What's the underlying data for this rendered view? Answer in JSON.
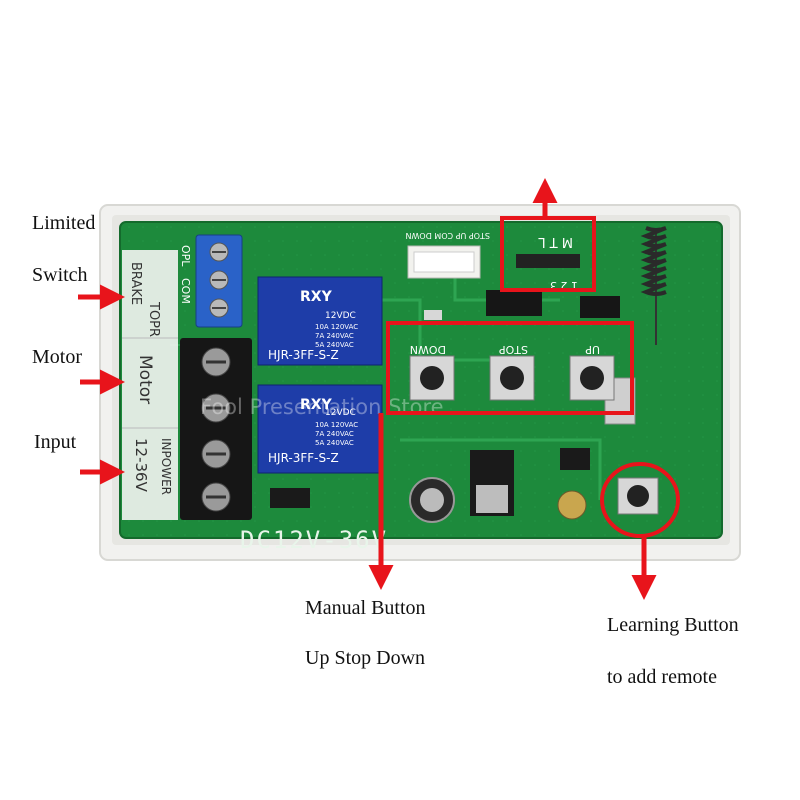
{
  "labels": {
    "limited": "Limited",
    "switch": "Switch",
    "motor": "Motor",
    "input": "Input",
    "manual_button": "Manual Button",
    "manual_sub": "Up Stop Down",
    "learning_button": "Learning Button",
    "learning_sub": "to add remote"
  },
  "board": {
    "side_label_brake": "BRAKE",
    "side_label_topr": "TOPR",
    "side_label_com": "COM",
    "side_label_opl": "OPL",
    "side_label_motor": "Motor",
    "side_label_power": "INPOWER",
    "side_label_voltage": "12-36V",
    "voltage_marking": "DC12V-36V",
    "header_labels": "STOP UP COM DOWN",
    "jumper_letters": "M T L",
    "jumper_numbers": "1 2 3",
    "button_up": "UP",
    "button_stop": "STOP",
    "button_down": "DOWN",
    "watermark": "Fool Presentation Store"
  },
  "relays": [
    {
      "brand": "RXY",
      "voltage": "12VDC",
      "spec1": "10A 120VAC",
      "spec2": "7A 240VAC",
      "spec3": "5A 240VAC",
      "model": "HJR-3FF-S-Z"
    },
    {
      "brand": "RXY",
      "voltage": "12VDC",
      "spec1": "10A 120VAC",
      "spec2": "7A 240VAC",
      "spec3": "5A 240VAC",
      "model": "HJR-3FF-S-Z"
    }
  ],
  "colors": {
    "arrow": "#e8141b",
    "highlight": "#e8141b",
    "pcb": "#1d8a3c",
    "enclosure": "#f1f1ef",
    "relay": "#1e3da8"
  }
}
